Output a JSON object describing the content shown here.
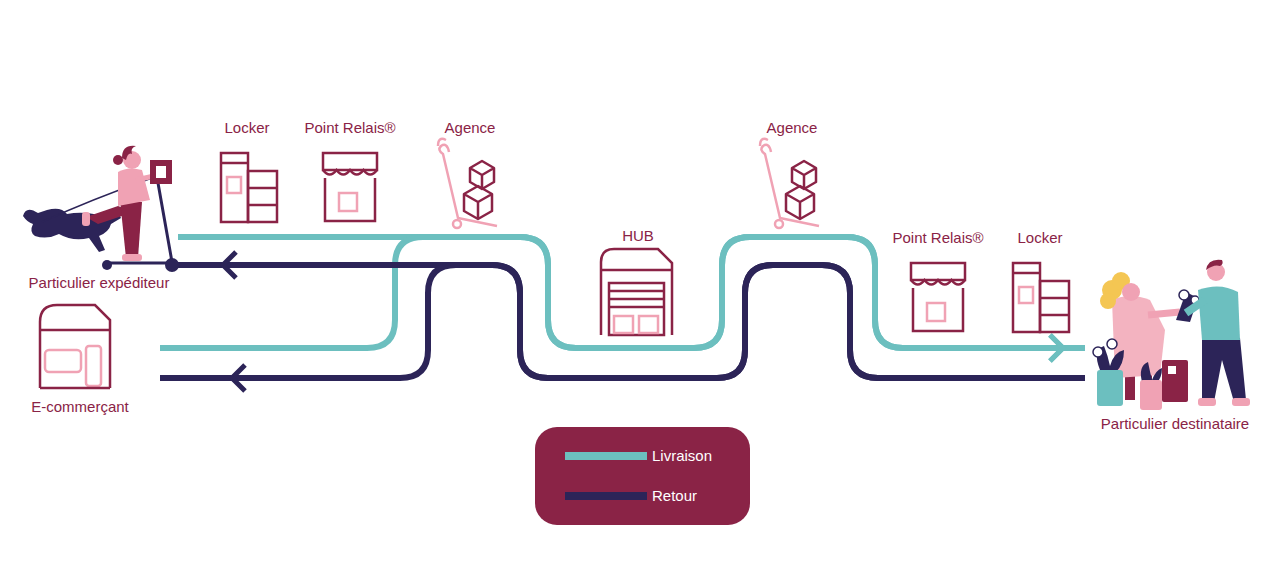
{
  "diagram": {
    "nodes": [
      {
        "text": [
          "Particulier expéditeur"
        ]
      },
      {
        "text": [
          "E-commerçant"
        ]
      },
      {
        "text": [
          "Locker"
        ]
      },
      {
        "text": [
          "Point Relais®"
        ]
      },
      {
        "text": [
          "Agence"
        ]
      },
      {
        "text": [
          "HUB"
        ]
      },
      {
        "text": [
          "Agence"
        ]
      },
      {
        "text": [
          "Point Relais®"
        ]
      },
      {
        "text": [
          "Locker"
        ]
      },
      {
        "text": [
          "Particulier destinataire"
        ]
      }
    ],
    "edges": [
      {
        "from": 0,
        "to": 9,
        "arrow": "to"
      },
      {
        "from": 1,
        "to": 9,
        "arrow": "to"
      },
      {
        "from": 9,
        "to": 0,
        "arrow": "to"
      },
      {
        "from": 9,
        "to": 1,
        "arrow": "to"
      }
    ],
    "legend": [
      {
        "text": "Livraison",
        "color": "#6cbfbf"
      },
      {
        "text": "Retour",
        "color": "#2c2458"
      }
    ]
  }
}
